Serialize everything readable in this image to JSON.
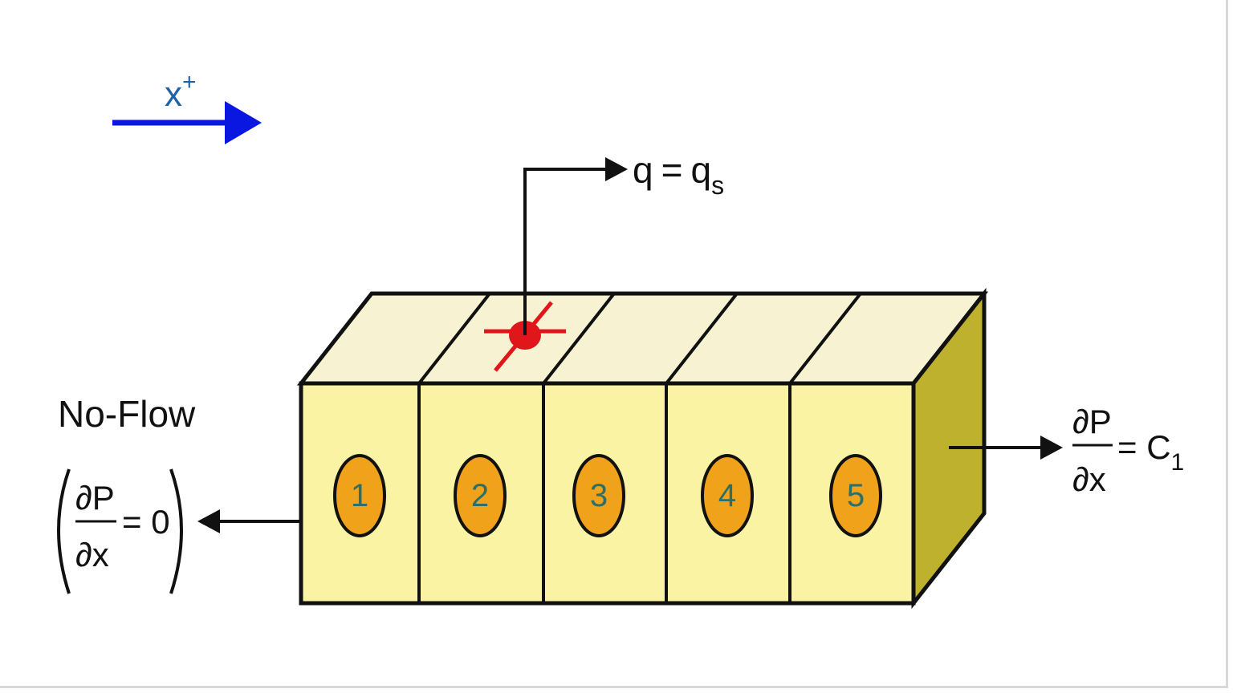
{
  "direction": {
    "label": "x",
    "sign": "+"
  },
  "well": {
    "flow_label_q": "q",
    "flow_label_eq": "=",
    "flow_label_qs": "q",
    "flow_label_qs_sub": "s"
  },
  "left_boundary": {
    "title": "No-Flow",
    "numerator": "∂P",
    "denominator": "∂x",
    "rhs": "= 0"
  },
  "right_boundary": {
    "numerator": "∂P",
    "denominator": "∂x",
    "rhs": "= C",
    "rhs_sub": "1"
  },
  "cells": [
    "1",
    "2",
    "3",
    "4",
    "5"
  ],
  "colors": {
    "front_face": "#faf3a4",
    "top_face": "#f7f3d2",
    "side_face": "#bdb12e",
    "cell_circle": "#f0a21a",
    "well_marker": "#e0161b",
    "direction_arrow": "#0a17e0",
    "direction_text": "#1e62a8"
  }
}
